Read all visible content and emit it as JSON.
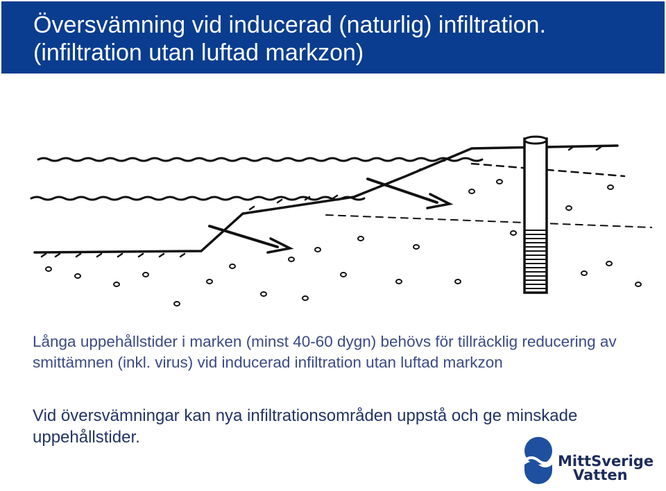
{
  "header": {
    "title_line1": "Översvämning vid inducerad (naturlig) infiltration.",
    "title_line2": "(infiltration utan luftad markzon)",
    "background_color": "#0a3d8f"
  },
  "illustration": {
    "icon": "flooding-infiltration-sketch"
  },
  "body": {
    "paragraph1": "Långa uppehållstider i marken (minst 40-60 dygn) behövs för tillräcklig reducering av smittämnen (inkl. virus) vid inducerad infiltration utan luftad markzon",
    "paragraph2": "Vid översvämningar kan nya infiltrationsområden uppstå och ge minskade uppehållstider."
  },
  "logo": {
    "line1": "MittSverige",
    "line2": "Vatten",
    "color": "#1d2b5c"
  }
}
